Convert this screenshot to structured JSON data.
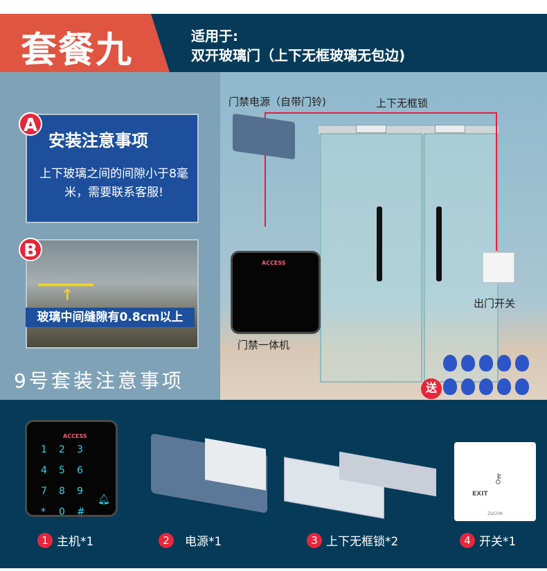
{
  "header": {
    "title": "套餐九",
    "applies_label": "适用于:",
    "applies_value": "双开玻璃门（上下无框玻璃无包边)"
  },
  "notes": {
    "a": {
      "badge": "A",
      "title": "安装注意事项",
      "body": "上下玻璃之间的间隙小于8毫米，需要联系客服!"
    },
    "b": {
      "badge": "B",
      "caption": "玻璃中间缝隙有0.8cm以上"
    },
    "footer": "9号套装注意事项"
  },
  "diagram": {
    "power_label": "门禁电源（自带门铃)",
    "lock_label": "上下无框锁",
    "keypad_label": "门禁一体机",
    "exit_label": "出门开关",
    "gift_label": "送",
    "keypad_brand": "ACCESS",
    "keys": [
      "1",
      "2",
      "3",
      "4",
      "5",
      "6",
      "7",
      "8",
      "9",
      "*",
      "0",
      "#"
    ],
    "exit_text": "EXIT"
  },
  "items": [
    {
      "num": "1",
      "label": "主机*1"
    },
    {
      "num": "2",
      "label": "电源*1"
    },
    {
      "num": "3",
      "label": "上下无框锁*2"
    },
    {
      "num": "4",
      "label": "开关*1"
    }
  ],
  "brand": "ZUCON",
  "colors": {
    "navy": "#053b58",
    "red": "#e05442",
    "badge": "#e7263a",
    "note_blue": "#1d4f9c"
  }
}
